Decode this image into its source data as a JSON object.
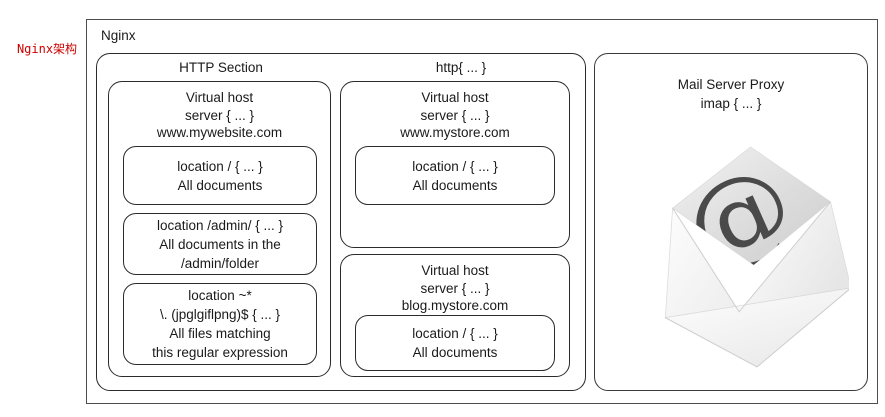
{
  "caption": {
    "text": "Nginx架构",
    "color": "#cc0000"
  },
  "diagram": {
    "outer_label": "Nginx",
    "http_section": {
      "heading_left": "HTTP Section",
      "heading_right": "http{ ... }",
      "left_column": {
        "vhost_title_lines": [
          "Virtual host",
          "server { ... }",
          "www.mywebsite.com"
        ],
        "locations": [
          {
            "lines": [
              "location / { ... }",
              "All documents"
            ]
          },
          {
            "lines": [
              "location  /admin/ { ... }",
              "All documents in the",
              "/admin/folder"
            ]
          },
          {
            "lines": [
              "location ~*",
              "\\. (jpglgiflpng)$ { ... }",
              "All files matching",
              "this regular expression"
            ]
          }
        ]
      },
      "right_column": {
        "vhosts": [
          {
            "vhost_title_lines": [
              "Virtual host",
              "server { ... }",
              "www.mystore.com"
            ],
            "locations": [
              {
                "lines": [
                  "location / { ... }",
                  "All documents"
                ]
              }
            ]
          },
          {
            "vhost_title_lines": [
              "Virtual host",
              "server { ... }",
              "blog.mystore.com"
            ],
            "locations": [
              {
                "lines": [
                  "location / { ... }",
                  "All documents"
                ]
              }
            ]
          }
        ]
      }
    },
    "mail_proxy": {
      "title_lines": [
        "Mail Server Proxy",
        "imap { ... }"
      ],
      "illustration": "envelope-at-symbol",
      "at_symbol": "@"
    }
  },
  "colors": {
    "stroke": "#2b2b2b",
    "frame": "#4d4d4d",
    "caption": "#cc0000",
    "envelope_light": "#fafafa",
    "envelope_mid": "#e2e2e2",
    "envelope_dark": "#c9c9c9",
    "at_glyph": "#4a4a4a"
  }
}
